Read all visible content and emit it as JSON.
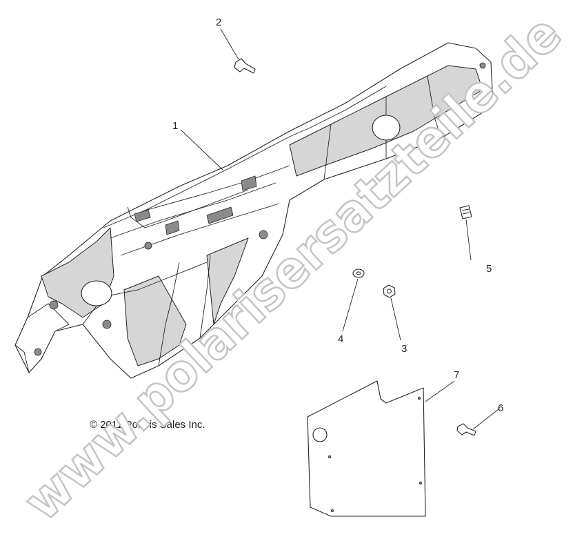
{
  "diagram": {
    "callouts": [
      {
        "id": "1",
        "label": "1"
      },
      {
        "id": "2",
        "label": "2"
      },
      {
        "id": "3",
        "label": "3"
      },
      {
        "id": "4",
        "label": "4"
      },
      {
        "id": "5",
        "label": "5"
      },
      {
        "id": "6",
        "label": "6"
      },
      {
        "id": "7",
        "label": "7"
      }
    ],
    "copyright": "© 2011 Polaris Sales Inc.",
    "watermark": "www.polarisersatzteile.de"
  }
}
